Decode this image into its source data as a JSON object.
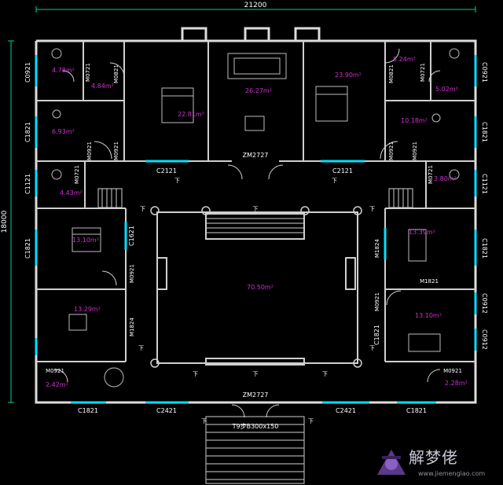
{
  "dimensions": {
    "overall_width": "21200",
    "overall_height": "18000"
  },
  "windows": {
    "top_left_c0921": "C0921",
    "left_c1821_a": "C1821",
    "left_c1121": "C1121",
    "left_c1821_b": "C1821",
    "bottom_c1821_left": "C1821",
    "bottom_c2421_left": "C2421",
    "bottom_c2421_right": "C2421",
    "bottom_c1821_right": "C1821",
    "top_right_c0921": "C0921",
    "right_c1821_a": "C1821",
    "right_c1121": "C1121",
    "right_c1821_b": "C1821",
    "right_c0912_a": "C0912",
    "right_c0912_b": "C0912",
    "inner_c2121_left": "C2121",
    "inner_c2121_right": "C2121",
    "inner_c1621": "C1621",
    "inner_c1821_right": "C1821"
  },
  "doors": {
    "m0721_tl": "M0721",
    "m0821_l": "M0821",
    "m0921_l_a": "M0921",
    "m0921_l_b": "M0921",
    "m0721_l2": "M0721",
    "m0921_l3": "M0921",
    "m1824_l": "M1824",
    "m0921_bl": "M0921",
    "m0821_r": "M0821",
    "m0721_tr": "M0721",
    "m0921_r_a": "M0921",
    "m0921_r_b": "M0921",
    "m0721_r2": "M0721",
    "m1824_r": "M1824",
    "m1821_r": "M1821",
    "m0921_r3": "M0921",
    "m0921_br": "M0921",
    "zm2727_top": "ZM2727",
    "zm2727_bottom": "ZM2727"
  },
  "areas": {
    "a1": "4.78m²",
    "a2": "4.84m²",
    "a3": "22.81m²",
    "a4": "26.27m²",
    "a5": "23.90m²",
    "a6": "5.24m²",
    "a7": "5.02m²",
    "a8": "6.93m²",
    "a9": "10.18m²",
    "a10": "4.43m²",
    "a11": "3.80m²",
    "a12": "13.10m²",
    "a13": "13.39m²",
    "a14": "70.50m²",
    "a15": "13.29m²",
    "a16": "13.10m²",
    "a17": "2.42m²",
    "a18": "2.28m²"
  },
  "steps": "T9步B300x150",
  "downs": [
    "下",
    "下",
    "下",
    "下",
    "下",
    "下",
    "下",
    "下",
    "下",
    "下",
    "下",
    "下"
  ],
  "watermark": {
    "brand": "解梦佬",
    "url": "www.jiemenglao.com"
  },
  "colors": {
    "wall": "#dcdcdc",
    "window": "#00e0ff",
    "text": "#ffffff",
    "area": "#cc33cc",
    "door": "#cfcfcf"
  }
}
